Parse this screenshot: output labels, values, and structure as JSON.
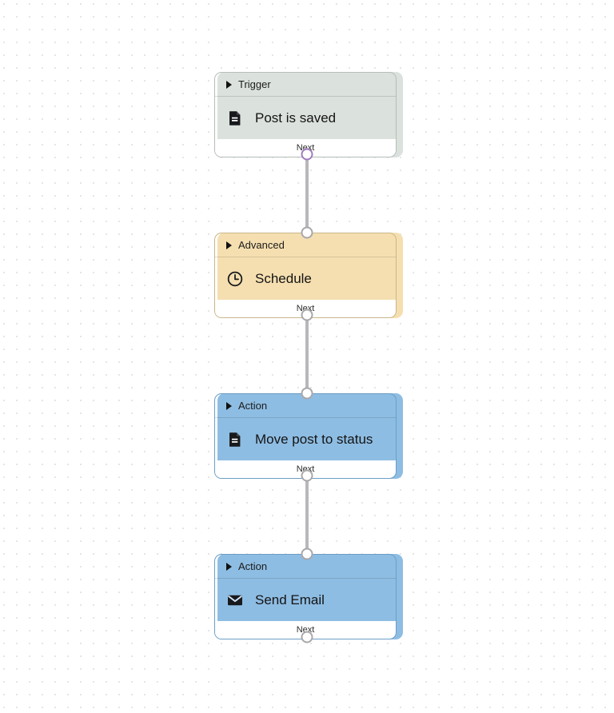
{
  "canvas": {
    "background_color": "#ffffff",
    "grid_dot_color": "#e6e2e4",
    "edge_color": "#b9b7bb",
    "port_color": "#a9a7ab",
    "port_accent_color": "#a07cbe"
  },
  "nodes": [
    {
      "type_label": "Trigger",
      "title": "Post is saved",
      "footer_label": "Next",
      "icon": "document-icon",
      "color": "#dbe1dd",
      "border_color": "#b5beb7"
    },
    {
      "type_label": "Advanced",
      "title": "Schedule",
      "footer_label": "Next",
      "icon": "clock-icon",
      "color": "#f5dfb0",
      "border_color": "#c9b68b"
    },
    {
      "type_label": "Action",
      "title": "Move post to status",
      "footer_label": "Next",
      "icon": "document-icon",
      "color": "#8ebde3",
      "border_color": "#6c9ec6"
    },
    {
      "type_label": "Action",
      "title": "Send Email",
      "footer_label": "Next",
      "icon": "envelope-icon",
      "color": "#8ebde3",
      "border_color": "#6c9ec6"
    }
  ]
}
